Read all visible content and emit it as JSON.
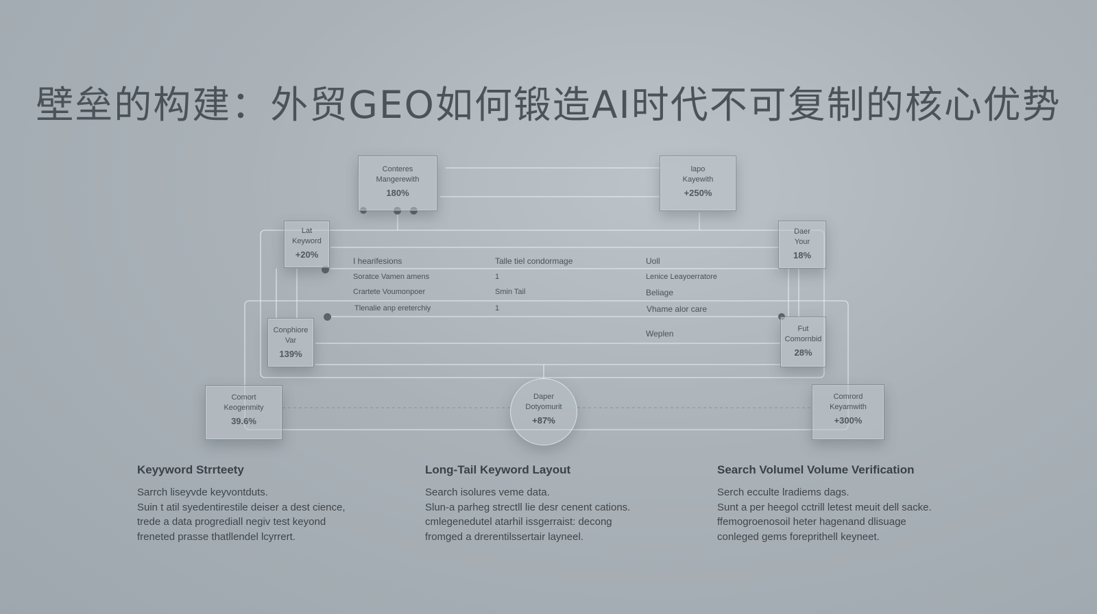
{
  "title": "壁垒的构建：外贸GEO如何锻造AI时代不可复制的核心优势",
  "nodes": {
    "top_left": {
      "line1": "Conteres",
      "line2": "Mangerewith",
      "value": "180%"
    },
    "top_right": {
      "line1": "lapo",
      "line2": "Kayewith",
      "value": "+250%"
    },
    "mid_left": {
      "line1": "Lat",
      "line2": "Keyword",
      "value": "+20%"
    },
    "mid_right": {
      "line1": "Daer",
      "line2": "Your",
      "value": "18%"
    },
    "low_left": {
      "line1": "Conphiore",
      "line2": "Var",
      "value": "139%"
    },
    "low_right": {
      "line1": "Fut",
      "line2": "Comornbid",
      "value": "28%"
    },
    "bottom_left": {
      "line1": "Comort",
      "line2": "Keogenmity",
      "value": "39.6%"
    },
    "bottom_center": {
      "line1": "Daper",
      "line2": "Dotyomurit",
      "value": "+87%"
    },
    "bottom_right": {
      "line1": "Comrord",
      "line2": "Keyamwith",
      "value": "+300%"
    }
  },
  "table": {
    "rows": [
      [
        "I hearifesions",
        "Talle tiel condormage",
        "Uoll"
      ],
      [
        "Soratce Vamen amens",
        "1",
        "Lenice Leayoerratore"
      ],
      [
        "Crartete Voumonpoer",
        "Smin Tail",
        "Beliage"
      ],
      [
        "Tlenalie anp ereterchiy",
        "1",
        "Vhame alor care"
      ],
      [
        "",
        "",
        "Weplen"
      ]
    ]
  },
  "columns": [
    {
      "heading": "Keyyword Strrteety",
      "lines": [
        "Sarrch liseyvde keyvontduts.",
        "Suin t atil syedentirestile deiser a dest cience,",
        "trede a data progrediall negiv test keyond",
        "freneted prasse thatllendel lcyrrert."
      ]
    },
    {
      "heading": "Long-Tail Keyword Layout",
      "lines": [
        "Search isolures veme data.",
        "Slun-a parheg strectll lie desr cenent cations.",
        "cmlegenedutel atarhil issgerraist: decong",
        "fromged a drerentilssertair layneel."
      ]
    },
    {
      "heading": "Search Volumel Volume Verification",
      "lines": [
        "Serch ecculte lradiems dags.",
        "Sunt a per heegol cctrill letest meuit dell sacke.",
        "ffemogroenosoil heter hagenand dlisuage",
        "conleged gems foreprithell keyneet."
      ]
    }
  ]
}
